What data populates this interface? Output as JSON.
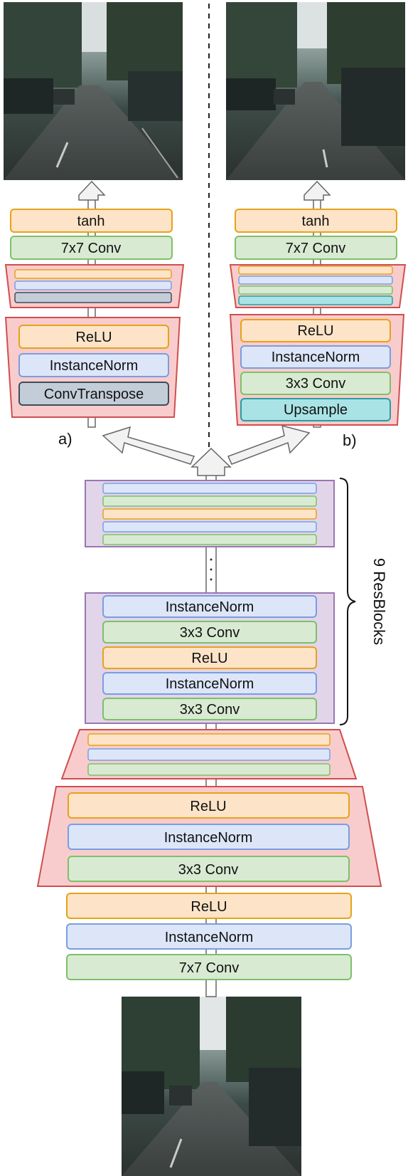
{
  "colors": {
    "relu": "#fde4c8",
    "relu_stroke": "#e6a21a",
    "norm": "#dce6f8",
    "norm_stroke": "#7a9de0",
    "conv": "#d8ead2",
    "conv_stroke": "#7fbf6a",
    "transpose": "#c3cdd8",
    "transpose_stroke": "#3d4c5c",
    "upsample": "#a9e3e6",
    "upsample_stroke": "#2a9ca0",
    "block_pink": "#f8cccc",
    "block_pink_stroke": "#cf4f4f",
    "resblock": "#e2d5e9",
    "resblock_stroke": "#9b76b2"
  },
  "photos": [
    {
      "name": "output-image-a",
      "description": "street scene"
    },
    {
      "name": "output-image-b",
      "description": "street scene"
    },
    {
      "name": "input-image",
      "description": "street scene"
    }
  ],
  "decoder_a": {
    "label": "a)",
    "tanh": "tanh",
    "final_conv": "7x7 Conv",
    "upsample_block": [
      "ReLU",
      "InstanceNorm",
      "ConvTranspose"
    ]
  },
  "decoder_b": {
    "label": "b)",
    "tanh": "tanh",
    "final_conv": "7x7 Conv",
    "upsample_block": [
      "ReLU",
      "InstanceNorm",
      "3x3 Conv",
      "Upsample"
    ]
  },
  "resblocks": {
    "label": "9 ResBlocks",
    "layers": [
      "InstanceNorm",
      "3x3 Conv",
      "ReLU",
      "InstanceNorm",
      "3x3 Conv"
    ]
  },
  "encoder": {
    "downsample_block": [
      "ReLU",
      "InstanceNorm",
      "3x3 Conv"
    ],
    "input_block": [
      "ReLU",
      "InstanceNorm",
      "7x7 Conv"
    ]
  }
}
